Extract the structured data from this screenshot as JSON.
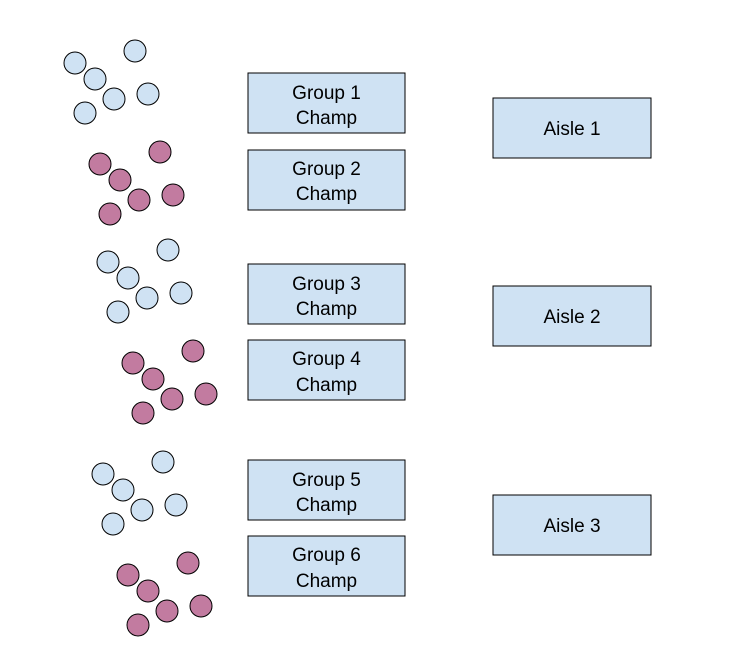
{
  "colors": {
    "background": "#ffffff",
    "box_fill": "#cfe2f3",
    "box_stroke": "#000000",
    "dot_blue": "#cfe2f3",
    "dot_purple": "#c27ba0",
    "dot_stroke": "#000000"
  },
  "groups": [
    {
      "line1": "Group 1",
      "line2": "Champ",
      "dot_color": "blue"
    },
    {
      "line1": "Group 2",
      "line2": "Champ",
      "dot_color": "purple"
    },
    {
      "line1": "Group 3",
      "line2": "Champ",
      "dot_color": "blue"
    },
    {
      "line1": "Group 4",
      "line2": "Champ",
      "dot_color": "purple"
    },
    {
      "line1": "Group 5",
      "line2": "Champ",
      "dot_color": "blue"
    },
    {
      "line1": "Group 6",
      "line2": "Champ",
      "dot_color": "purple"
    }
  ],
  "aisles": [
    {
      "label": "Aisle 1"
    },
    {
      "label": "Aisle 2"
    },
    {
      "label": "Aisle 3"
    }
  ]
}
